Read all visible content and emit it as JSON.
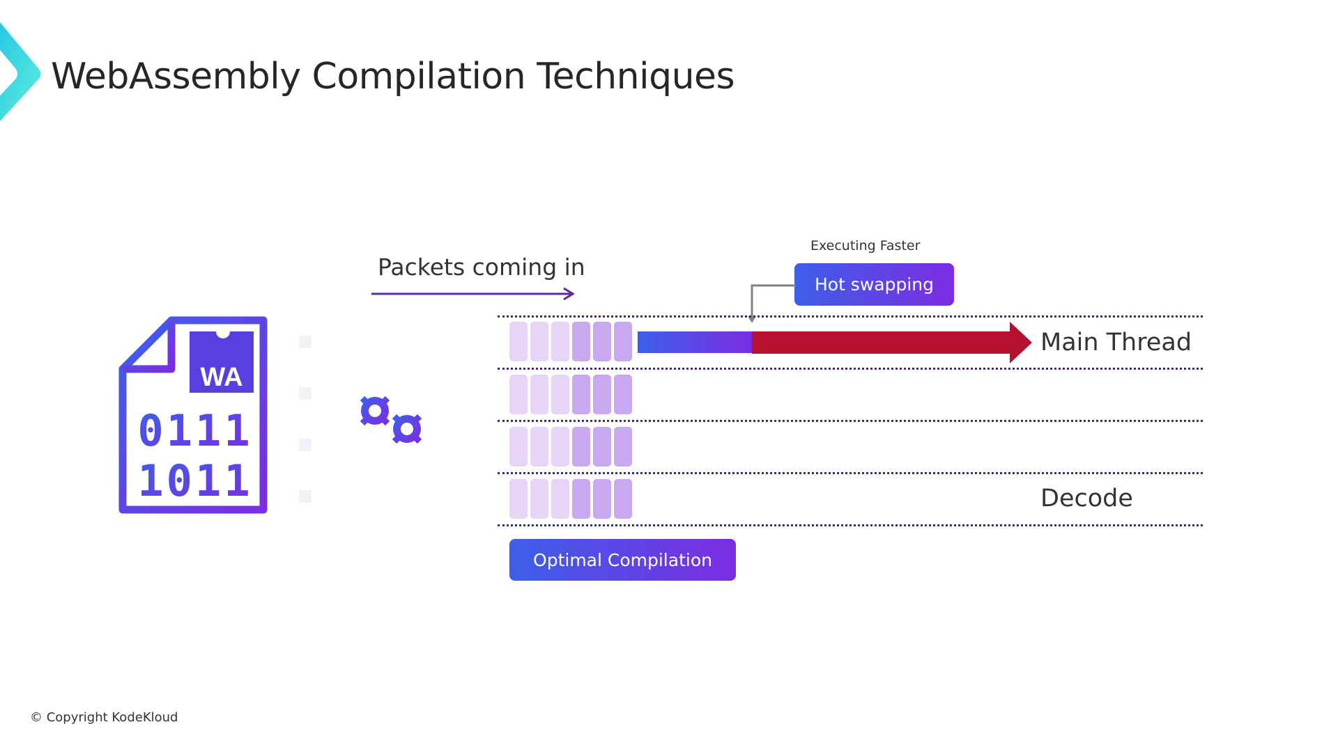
{
  "slide": {
    "title": "WebAssembly Compilation Techniques",
    "copyright": "© Copyright KodeKloud"
  },
  "diagram": {
    "wasm_file": {
      "badge": "WA",
      "binary_row_1": "0111",
      "binary_row_2": "1011"
    },
    "packets_label": "Packets coming in",
    "executing_label": "Executing Faster",
    "hot_swapping_label": "Hot swapping",
    "optimal_compilation_label": "Optimal Compilation",
    "main_thread_label": "Main Thread",
    "decode_label": "Decode",
    "colors": {
      "gradient_start": "#3d5fe8",
      "gradient_end": "#7c2ce3",
      "main_thread_arrow": "#b5112e",
      "divider": "#4b1f98"
    }
  }
}
